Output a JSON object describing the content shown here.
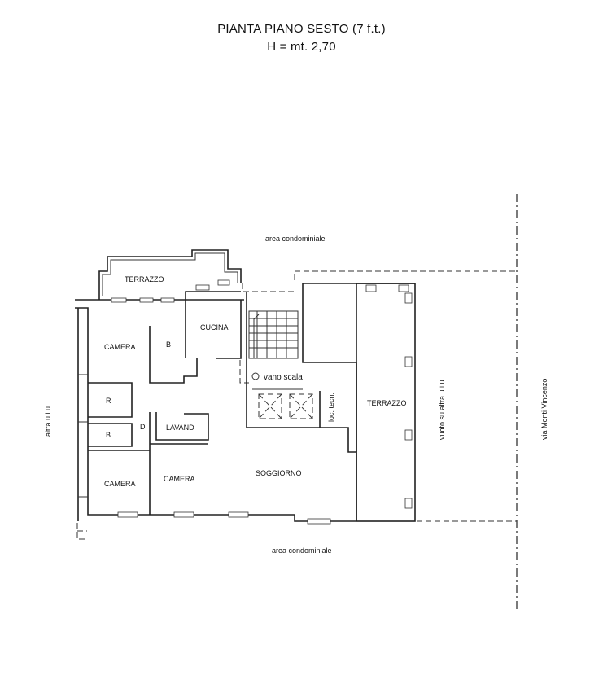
{
  "header": {
    "title": "PIANTA PIANO SESTO (7 f.t.)",
    "height_note": "H = mt. 2,70"
  },
  "labels": {
    "area_top": "area condominiale",
    "area_bottom": "area condominiale",
    "terrazzo_top": "TERRAZZO",
    "terrazzo_right": "TERRAZZO",
    "camera_1": "CAMERA",
    "camera_2": "CAMERA",
    "camera_3": "CAMERA",
    "bath_1": "B",
    "bath_2": "B",
    "r": "R",
    "d": "D",
    "cucina": "CUCINA",
    "lavand": "LAVAND",
    "soggiorno": "SOGGIORNO",
    "vano_scala": "vano scala",
    "loc_tecn": "loc. tecn.",
    "altra_uiu": "altra u.i.u.",
    "vuoto": "vuoto su altra u.i.u.",
    "via": "via Monti Vincenzo"
  }
}
